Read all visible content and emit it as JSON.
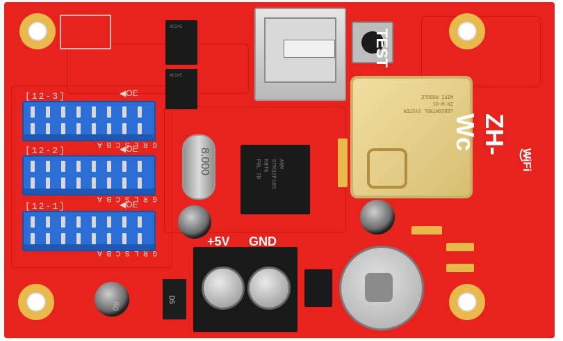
{
  "board": {
    "model_label": "ZH-Wc",
    "test_label": "TEST",
    "power_plus_label": "+5V",
    "power_gnd_label": "GND",
    "wifi_label": "WiFi",
    "headers": [
      {
        "title": "[12-3]",
        "oe": "◀OE",
        "pins": "G R L S C B A"
      },
      {
        "title": "[12-2]",
        "oe": "◀OE",
        "pins": "G R L S C B A"
      },
      {
        "title": "[12-1]",
        "oe": "◀OE",
        "pins": "G R L S C B A"
      }
    ],
    "mcu_text": [
      "ARM",
      "STM32F105",
      "RBT6",
      "PHL 7D"
    ],
    "crystal_text": "8.000",
    "module_text": [
      "LEDCONTROL SYSTEM",
      "ZH-W-01",
      "WIFI MODULE"
    ],
    "chip1_text": "HC245",
    "chip2_text": "HC245",
    "cap_text": "60",
    "component_label": "D5"
  },
  "colors": {
    "pcb": "#e8231e",
    "header": "#2b6fd6",
    "gold": "#e9b94a",
    "silkscreen": "#ffffff"
  }
}
